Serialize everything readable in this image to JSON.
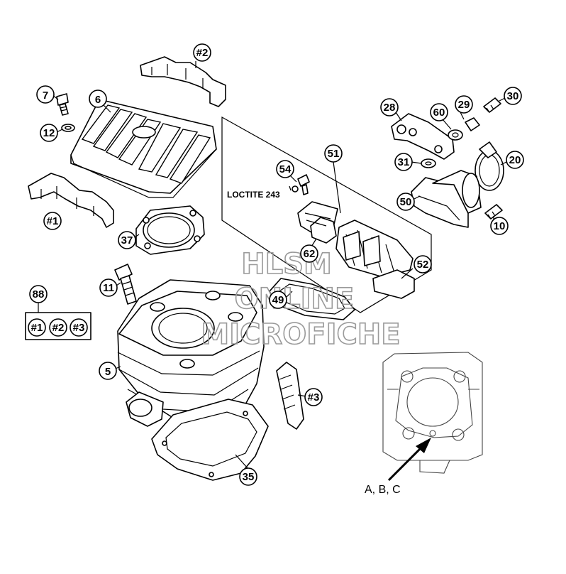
{
  "callouts": {
    "c2": "#2",
    "c7": "7",
    "c6": "6",
    "c12": "12",
    "c1": "#1",
    "c37": "37",
    "c11": "11",
    "c88": "88",
    "c88a": "#1",
    "c88b": "#2",
    "c88c": "#3",
    "c5": "5",
    "c3": "#3",
    "c35": "35",
    "c51": "51",
    "c54": "54",
    "c62": "62",
    "c49": "49",
    "c52": "52",
    "c28": "28",
    "c60": "60",
    "c29": "29",
    "c30": "30",
    "c31": "31",
    "c20": "20",
    "c50": "50",
    "c10": "10"
  },
  "notes": {
    "loctite": "LOCTITE 243",
    "abc": "A, B, C"
  },
  "watermark": {
    "line1": "HLSM",
    "line2": "ONLINE",
    "line3": "MICROFICHE",
    "color": "#9a9a9a"
  }
}
